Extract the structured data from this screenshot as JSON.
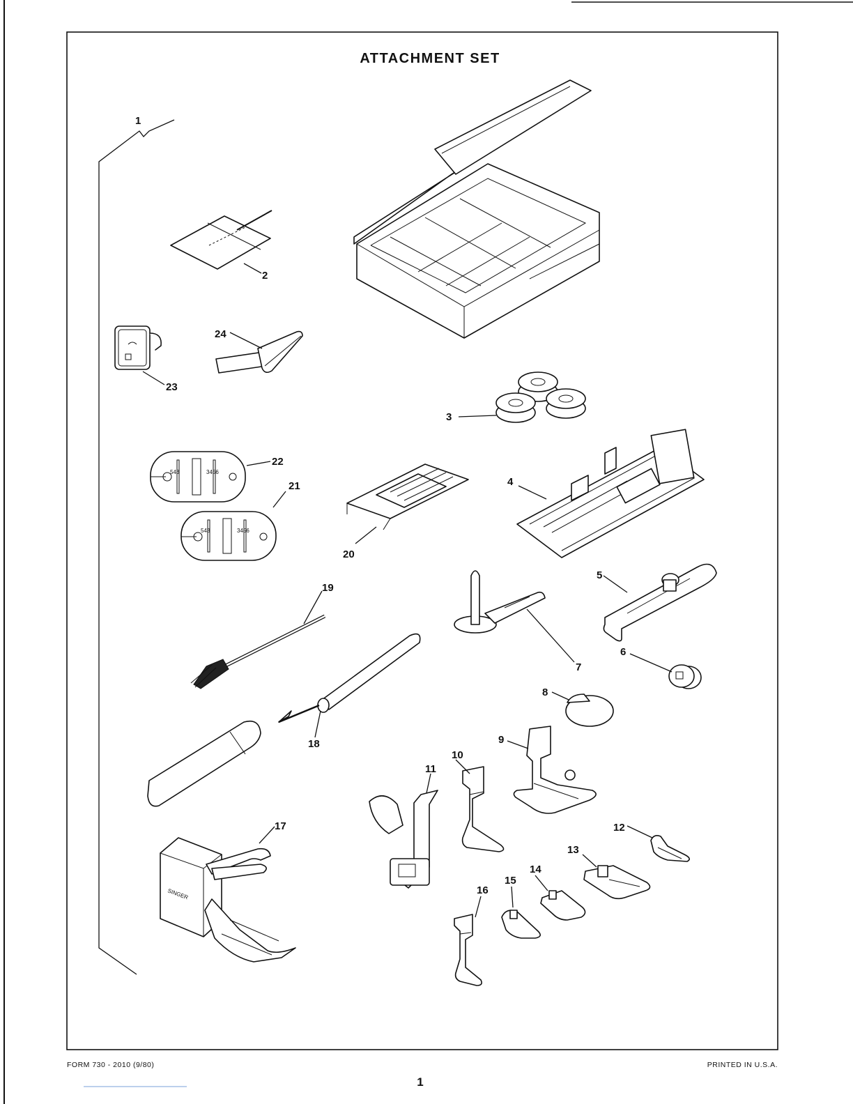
{
  "title": "ATTACHMENT SET",
  "footer": {
    "form": "FORM 730 - 2010 (9/80)",
    "printed": "PRINTED IN U.S.A.",
    "page_number": "1"
  },
  "brand_text": "SINGER",
  "plate_scale_left": "543",
  "plate_scale_right": "3456",
  "callouts": [
    "1",
    "2",
    "3",
    "4",
    "5",
    "6",
    "7",
    "8",
    "9",
    "10",
    "11",
    "12",
    "13",
    "14",
    "15",
    "16",
    "17",
    "18",
    "19",
    "20",
    "21",
    "22",
    "23",
    "24"
  ]
}
